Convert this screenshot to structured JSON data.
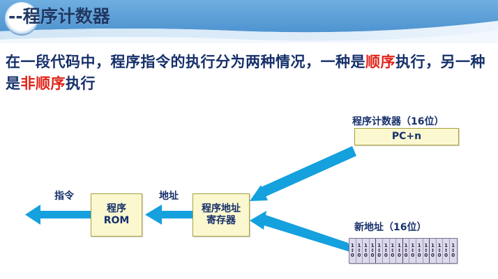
{
  "header": {
    "title": "--程序计数器",
    "banner_color": "#5B9BD5",
    "wave_color": "#BBD9F0",
    "title_color": "#1F3864"
  },
  "body": {
    "line1_part1": "在一段代码中，程序指令的执行分为两种情况，一种是",
    "line1_highlight": "顺",
    "line2_highlight_a": "序",
    "line2_part1": "执行，另一种是",
    "line2_highlight_b": "非顺序",
    "line2_part2": "执行",
    "text_color": "#16306A",
    "highlight_color": "#E02318"
  },
  "diagram": {
    "arrow_color": "#15A0DE",
    "box_fill": "#FBF8D0",
    "box_border": "#A6A03A",
    "boxes": [
      {
        "id": "rom",
        "label": "程序\nROM",
        "line1": "程序",
        "line2": "ROM"
      },
      {
        "id": "address-register",
        "line1": "程序地址",
        "line2": "寄存器"
      },
      {
        "id": "program-counter",
        "value": "PC+n"
      }
    ],
    "labels": {
      "instruction": "指令",
      "address": "地址",
      "program_counter_title": "程序计数器（16位）",
      "new_address_title": "新地址（16位）"
    },
    "bit_grid": {
      "bits": 16,
      "cell_top": "1",
      "cell_mid": "↕",
      "cell_bottom": "0",
      "fill": "#DDD9EC",
      "border": "#7a7490"
    }
  }
}
